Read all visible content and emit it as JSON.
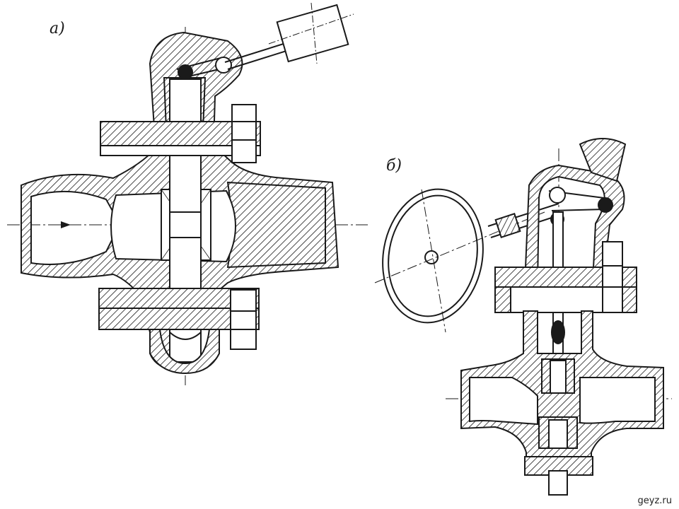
{
  "labels": {
    "figure_a": "а)",
    "figure_b": "б)"
  },
  "watermark": "geyz.ru",
  "colors": {
    "ink": "#1a1a1a",
    "background": "#ffffff"
  }
}
